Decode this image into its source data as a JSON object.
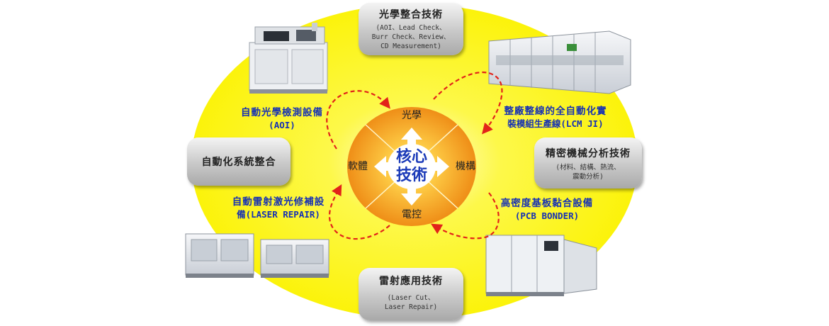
{
  "core": {
    "title_line1": "核心",
    "title_line2": "技術",
    "top": "光學",
    "right": "機構",
    "bottom": "電控",
    "left": "軟體"
  },
  "boxes": {
    "optical": {
      "title": "光學整合技術",
      "sub": [
        "(AOI、Lead Check、",
        "Burr Check、Review、",
        "CD Measurement)"
      ]
    },
    "automation": {
      "title": "自動化系統整合"
    },
    "precision": {
      "title": "精密機械分析技術",
      "sub": [
        "(材料、結構、熱流、",
        "震動分析)"
      ]
    },
    "laser": {
      "title": "雷射應用技術",
      "sub": [
        "(Laser Cut、",
        "Laser Repair)"
      ]
    }
  },
  "products": {
    "aoi": {
      "line1": "自動光學檢測設備",
      "line2": "(AOI)"
    },
    "laser_repair": {
      "line1": "自動雷射激光修補設",
      "line2": "備(LASER REPAIR)"
    },
    "lcm": {
      "line1": "整廠整線的全自動化實",
      "line2": "裝模組生產線(LCM JI)"
    },
    "pcb": {
      "line1": "高密度基板黏合設備",
      "line2": "(PCB BONDER)"
    }
  },
  "colors": {
    "ellipse": "#fdf51c",
    "core_center": "#ffd24a",
    "core_edge": "#f08c16",
    "text_blue": "#1530b5",
    "arrow_red": "#e2231a"
  },
  "icons": [
    "four-way-arrow-icon",
    "curved-dashed-arrow-icon"
  ]
}
